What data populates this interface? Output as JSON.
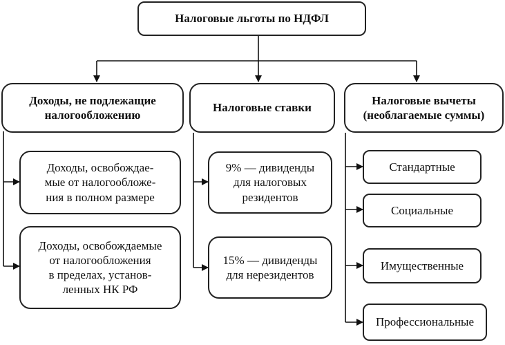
{
  "root": {
    "label": "Налоговые льготы по НДФЛ"
  },
  "col1": {
    "header": "Доходы, не подлежащие\nналогообложению",
    "items": [
      "Доходы, освобождае-\nмые от налогообложе-\nния в полном размере",
      "Доходы, освобождаемые\nот налогообложения\nв пределах, установ-\nленных НК РФ"
    ]
  },
  "col2": {
    "header": "Налоговые ставки",
    "items": [
      "9% — дивиденды\nдля налоговых\nрезидентов",
      "15% — дивиденды\nдля нерезидентов"
    ]
  },
  "col3": {
    "header": "Налоговые вычеты\n(необлагаемые суммы)",
    "items": [
      "Стандартные",
      "Социальные",
      "Имущественные",
      "Профессиональные"
    ]
  }
}
